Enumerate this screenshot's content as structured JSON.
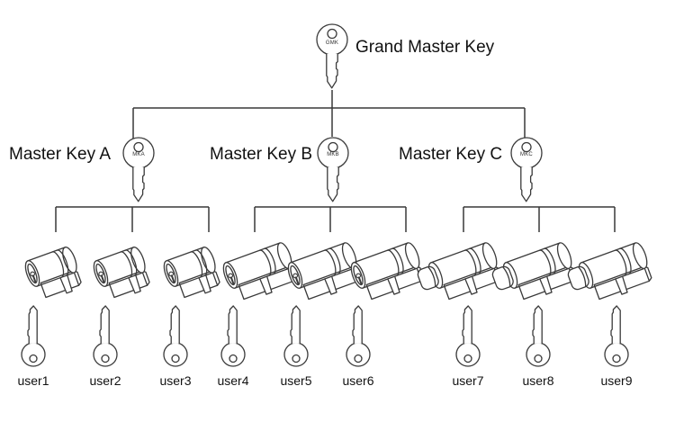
{
  "colors": {
    "background": "#ffffff",
    "line": "#3a3a3a",
    "text": "#111111"
  },
  "hierarchy": {
    "grand_master": {
      "label": "Grand Master Key",
      "tag": "GMK"
    },
    "masters": [
      {
        "label": "Master Key A",
        "tag": "MKA",
        "cylinder_type": "single-cylinder",
        "cylinders": 3,
        "users": [
          "user1",
          "user2",
          "user3"
        ]
      },
      {
        "label": "Master Key B",
        "tag": "MKB",
        "cylinder_type": "double-cylinder",
        "cylinders": 3,
        "users": [
          "user4",
          "user5",
          "user6"
        ]
      },
      {
        "label": "Master Key C",
        "tag": "MKC",
        "cylinder_type": "thumbturn-cylinder",
        "cylinders": 3,
        "users": [
          "user7",
          "user8",
          "user9"
        ]
      }
    ],
    "user_keys": [
      {
        "label": "user1"
      },
      {
        "label": "user2"
      },
      {
        "label": "user3"
      },
      {
        "label": "user4"
      },
      {
        "label": "user5"
      },
      {
        "label": "user6"
      },
      {
        "label": "user7"
      },
      {
        "label": "user8"
      },
      {
        "label": "user9"
      }
    ]
  }
}
